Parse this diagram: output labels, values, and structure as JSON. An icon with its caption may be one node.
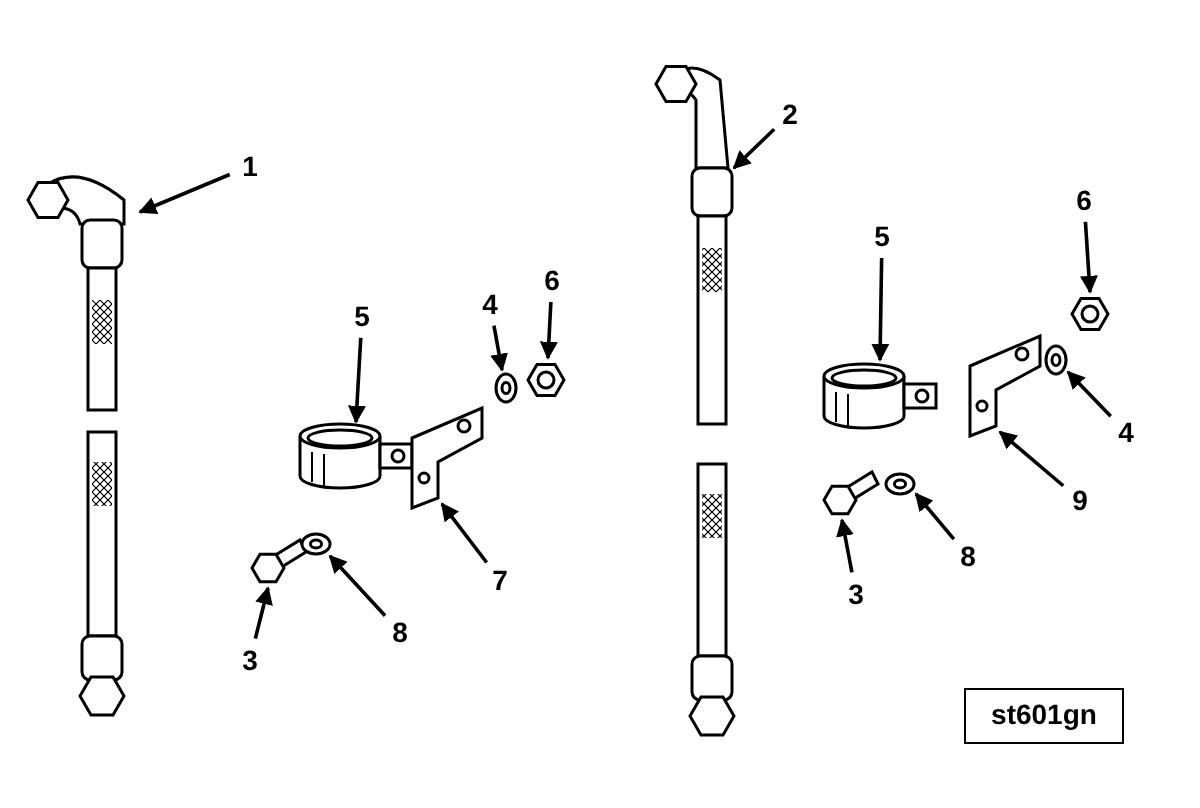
{
  "diagram": {
    "nodes": [
      {
        "text": [
          "1"
        ]
      },
      {
        "text": [
          "5"
        ]
      },
      {
        "text": [
          "4"
        ]
      },
      {
        "text": [
          "6"
        ]
      },
      {
        "text": [
          "3"
        ]
      },
      {
        "text": [
          "8"
        ]
      },
      {
        "text": [
          "7"
        ]
      },
      {
        "text": [
          "2"
        ]
      },
      {
        "text": [
          "5"
        ]
      },
      {
        "text": [
          "6"
        ]
      },
      {
        "text": [
          "4"
        ]
      },
      {
        "text": [
          "9"
        ]
      },
      {
        "text": [
          "3"
        ]
      },
      {
        "text": [
          "8"
        ]
      },
      {
        "text": [
          "st601gn"
        ]
      },
      {
        "text": [],
        "shape": "picture"
      },
      {
        "text": [],
        "shape": "picture"
      },
      {
        "text": [],
        "shape": "picture"
      },
      {
        "text": [],
        "shape": "picture"
      },
      {
        "text": [],
        "shape": "picture"
      },
      {
        "text": [],
        "shape": "picture"
      },
      {
        "text": [],
        "shape": "picture"
      },
      {
        "text": [],
        "shape": "picture"
      },
      {
        "text": [],
        "shape": "picture"
      },
      {
        "text": [],
        "shape": "picture"
      },
      {
        "text": [],
        "shape": "picture"
      },
      {
        "text": [],
        "shape": "picture"
      },
      {
        "text": [],
        "shape": "picture"
      },
      {
        "text": [],
        "shape": "picture"
      }
    ],
    "edges": [
      {
        "from": 0,
        "to": 15,
        "arrow": "to"
      },
      {
        "from": 1,
        "to": 16,
        "arrow": "to"
      },
      {
        "from": 2,
        "to": 20,
        "arrow": "to"
      },
      {
        "from": 3,
        "to": 21,
        "arrow": "to"
      },
      {
        "from": 4,
        "to": 17,
        "arrow": "to"
      },
      {
        "from": 5,
        "to": 18,
        "arrow": "to"
      },
      {
        "from": 6,
        "to": 19,
        "arrow": "to"
      },
      {
        "from": 7,
        "to": 22,
        "arrow": "to"
      },
      {
        "from": 8,
        "to": 25,
        "arrow": "to"
      },
      {
        "from": 9,
        "to": 28,
        "arrow": "to"
      },
      {
        "from": 10,
        "to": 27,
        "arrow": "to"
      },
      {
        "from": 11,
        "to": 26,
        "arrow": "to"
      },
      {
        "from": 12,
        "to": 23,
        "arrow": "to"
      },
      {
        "from": 13,
        "to": 24,
        "arrow": "to"
      }
    ]
  }
}
